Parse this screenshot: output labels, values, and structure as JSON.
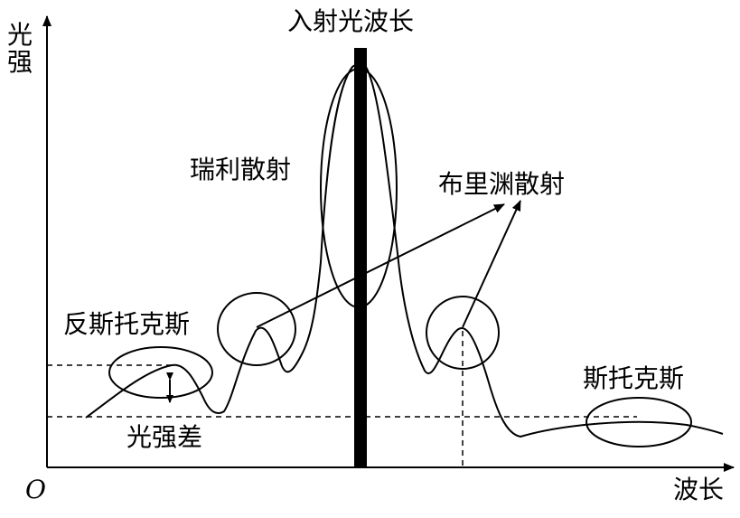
{
  "axes": {
    "y_label": "光强",
    "x_label": "波长",
    "origin_label": "O"
  },
  "labels": {
    "incident": "入射光波长",
    "rayleigh": "瑞利散射",
    "brillouin": "布里渊散射",
    "anti_stokes": "反斯托克斯",
    "stokes": "斯托克斯",
    "intensity_difference": "光强差"
  },
  "colors": {
    "stroke": "#000000",
    "background": "#ffffff"
  }
}
